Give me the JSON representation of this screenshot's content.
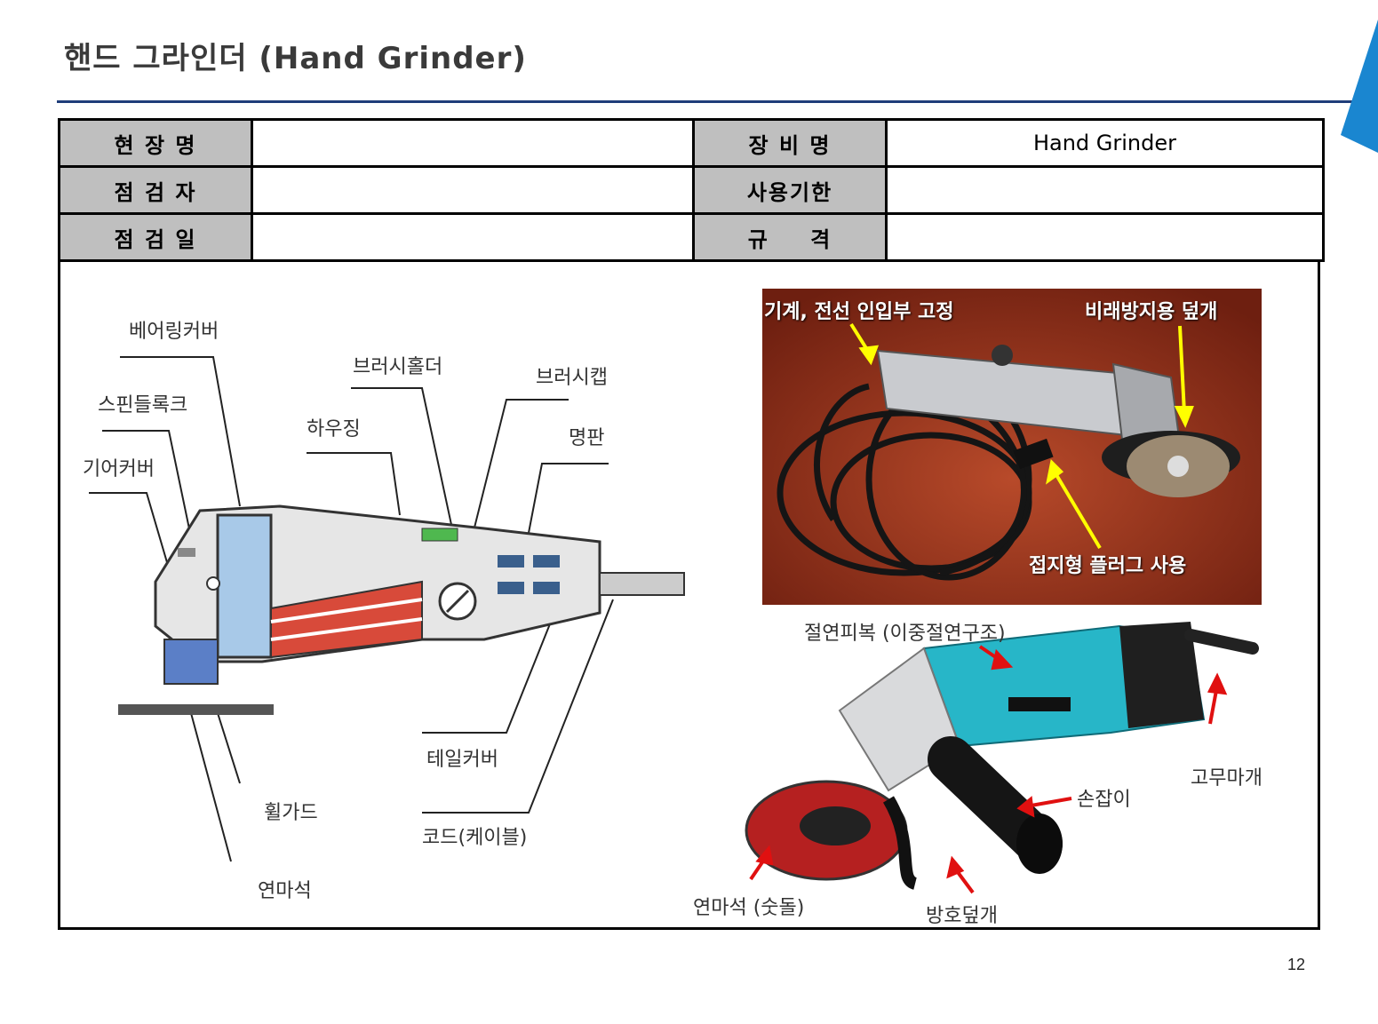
{
  "page": {
    "title": "핸드 그라인더 (Hand Grinder)",
    "page_number": "12"
  },
  "info_table": {
    "site_label": "현 장 명",
    "site_value": "",
    "equipment_label": "장 비 명",
    "equipment_value": "Hand Grinder",
    "inspector_label": "점 검 자",
    "inspector_value": "",
    "expiry_label": "사용기한",
    "expiry_value": "",
    "date_label": "점 검 일",
    "date_value": "",
    "spec_label": "규 격",
    "spec_value": ""
  },
  "diagram_labels": {
    "bearing_cover": "베어링커버",
    "spindle_lock": "스핀들록크",
    "gear_cover": "기어커버",
    "brush_holder": "브러시홀더",
    "brush_cap": "브러시캡",
    "housing": "하우징",
    "nameplate": "명판",
    "tail_cover": "테일커버",
    "wheel_guard": "휠가드",
    "cord": "코드(케이블)",
    "grinding_wheel": "연마석"
  },
  "photo1_labels": {
    "cable_fixing": "기계, 전선 인입부 고정",
    "anti_scatter_cover": "비래방지용 덮개",
    "grounded_plug": "접지형 플러그 사용"
  },
  "photo2_labels": {
    "insulation": "절연피복 (이중절연구조)",
    "rubber_cap": "고무마개",
    "handle": "손잡이",
    "wheel": "연마석 (숫돌)",
    "guard": "방호덮개"
  },
  "colors": {
    "accent": "#1f3d7a",
    "triangle": "#1a86d0",
    "label_bg": "#bfbfbf",
    "annotation_yellow": "#ffff00",
    "annotation_red": "#e01010"
  }
}
